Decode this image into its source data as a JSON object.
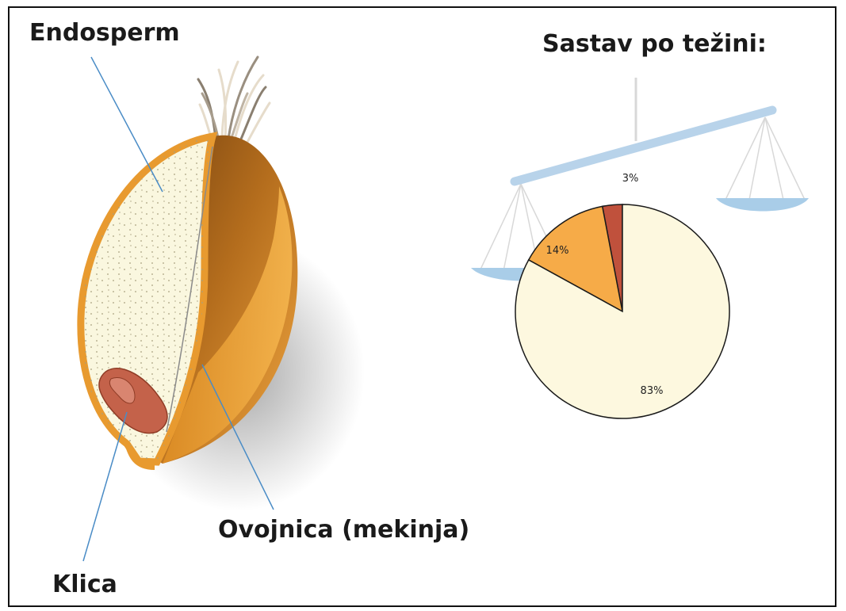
{
  "labels": {
    "endosperm": "Endosperm",
    "bran": "Ovojnica (mekinja)",
    "germ": "Klica"
  },
  "composition": {
    "title": "Sastav po težini:",
    "slices": [
      {
        "label": "83%",
        "value": 83,
        "color": "#fdf8df"
      },
      {
        "label": "14%",
        "value": 14,
        "color": "#f6ab48"
      },
      {
        "label": "3%",
        "value": 3,
        "color": "#c0513c"
      }
    ]
  },
  "colors": {
    "endosperm": "#faf7df",
    "bran_outer": "#f0a640",
    "bran_dark": "#9b5a15",
    "germ": "#c4624a",
    "leader_line": "#4a8cc6",
    "scale": "#b8d3ea"
  }
}
